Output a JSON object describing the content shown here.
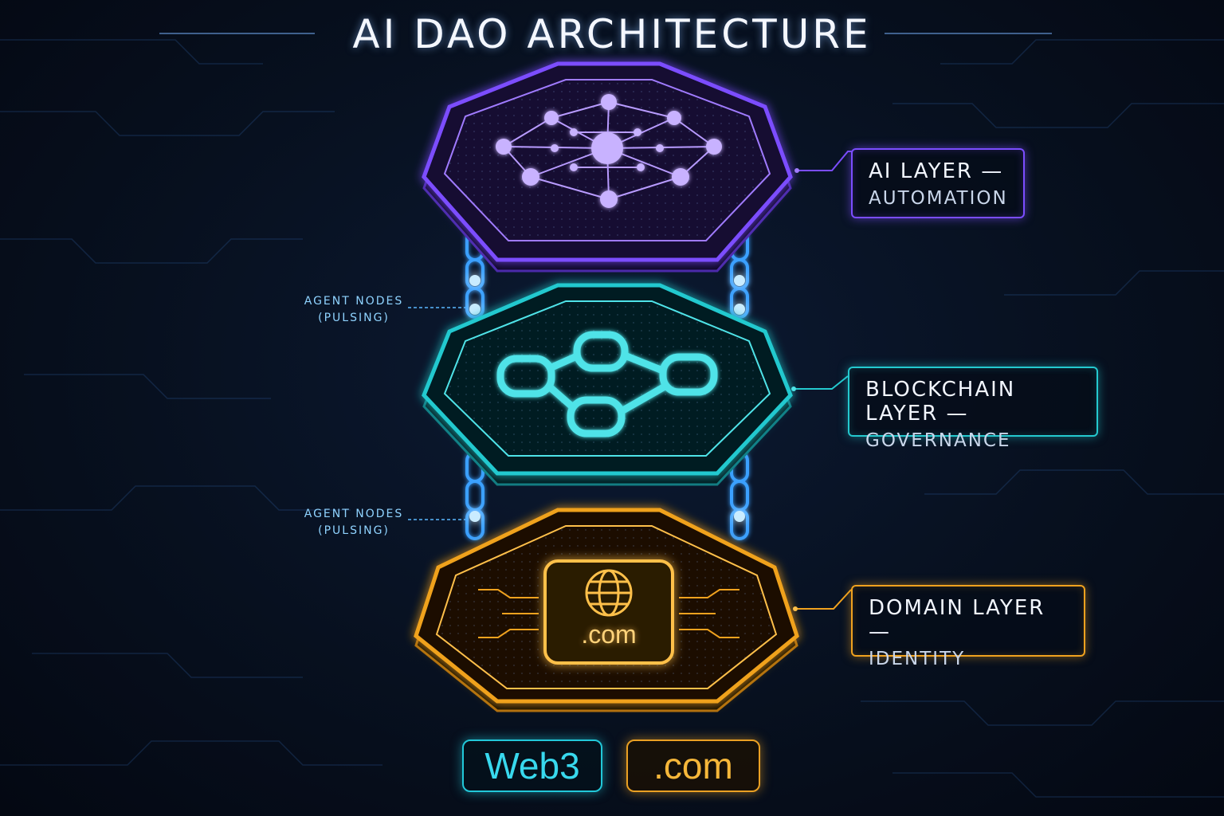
{
  "title": "AI DAO ARCHITECTURE",
  "layers": [
    {
      "line1": "AI LAYER —",
      "line2": "AUTOMATION",
      "color": "#7b4dff",
      "icon": "neural-network-icon"
    },
    {
      "line1": "BLOCKCHAIN LAYER —",
      "line2": "GOVERNANCE",
      "color": "#24c9cf",
      "icon": "chain-links-icon"
    },
    {
      "line1": "DOMAIN LAYER —",
      "line2": "IDENTITY",
      "color": "#f0a21f",
      "icon": "globe-icon"
    }
  ],
  "agent_nodes": [
    {
      "line1": "AGENT NODES",
      "line2": "(PULSING)"
    },
    {
      "line1": "AGENT NODES",
      "line2": "(PULSING)"
    }
  ],
  "domain_tile_text": ".com",
  "badges": {
    "web3": "Web3",
    "com": ".com"
  },
  "colors": {
    "background": "#07101f",
    "purple": "#7b4dff",
    "cyan": "#24c9cf",
    "orange": "#f0a21f",
    "chain_blue": "#3aa0ff"
  }
}
